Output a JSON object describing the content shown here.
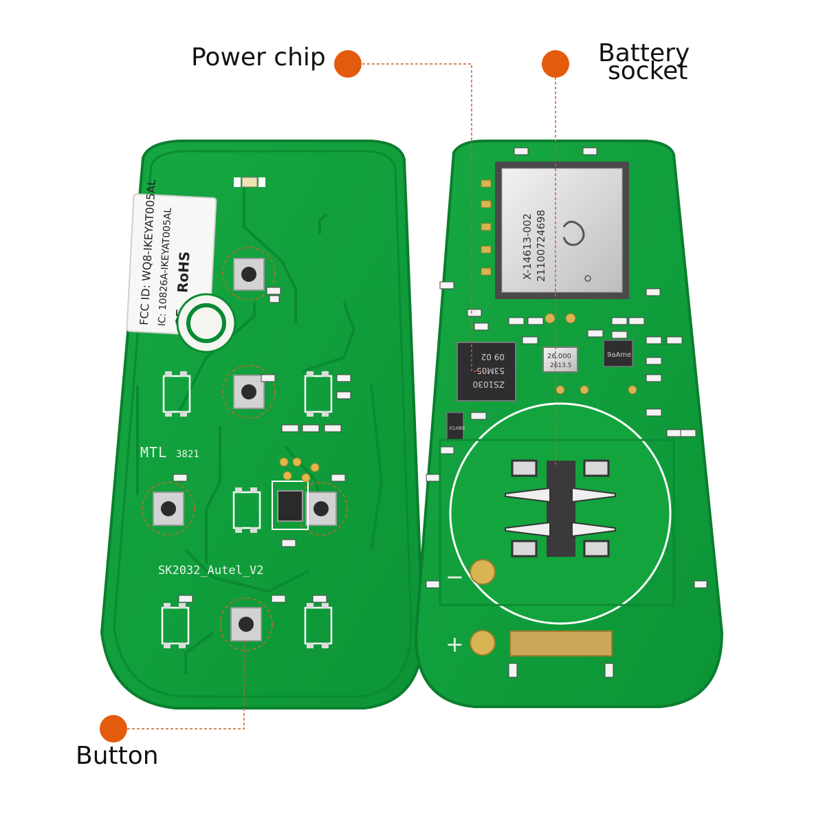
{
  "callouts": {
    "power_chip": "Power chip",
    "battery_socket_line1": "Battery",
    "battery_socket_line2": "socket",
    "button": "Button"
  },
  "left_board": {
    "sticker": {
      "line1": "FCC ID: WQ8-IKEYAT005AL",
      "line2": "IC: 10826A-IKEYAT005AL",
      "line3": "CE",
      "line4": "RoHS"
    },
    "silk_mtl": "MTL",
    "silk_number": "3821",
    "silk_model": "SK2032_Autel_V2"
  },
  "right_board": {
    "module_line1": "X-14613-002",
    "module_line2": "21100724698",
    "chip_line1": "ZS1030",
    "chip_line2": "53M05",
    "chip_line3": "09 02",
    "crystal_line1": "26.000",
    "crystal_line2": "2613.5",
    "small_chip": "9aAme",
    "side_chip": "X1AB6",
    "minus_sign": "−",
    "plus_sign": "+"
  },
  "colors": {
    "pcb_green": "#10a03c",
    "pcb_edge": "#0a8a32",
    "accent_orange": "#e35b0c",
    "leader_line": "#c0602a",
    "pad_gold": "#c9a85c",
    "silkscreen": "#e8f5e8"
  }
}
